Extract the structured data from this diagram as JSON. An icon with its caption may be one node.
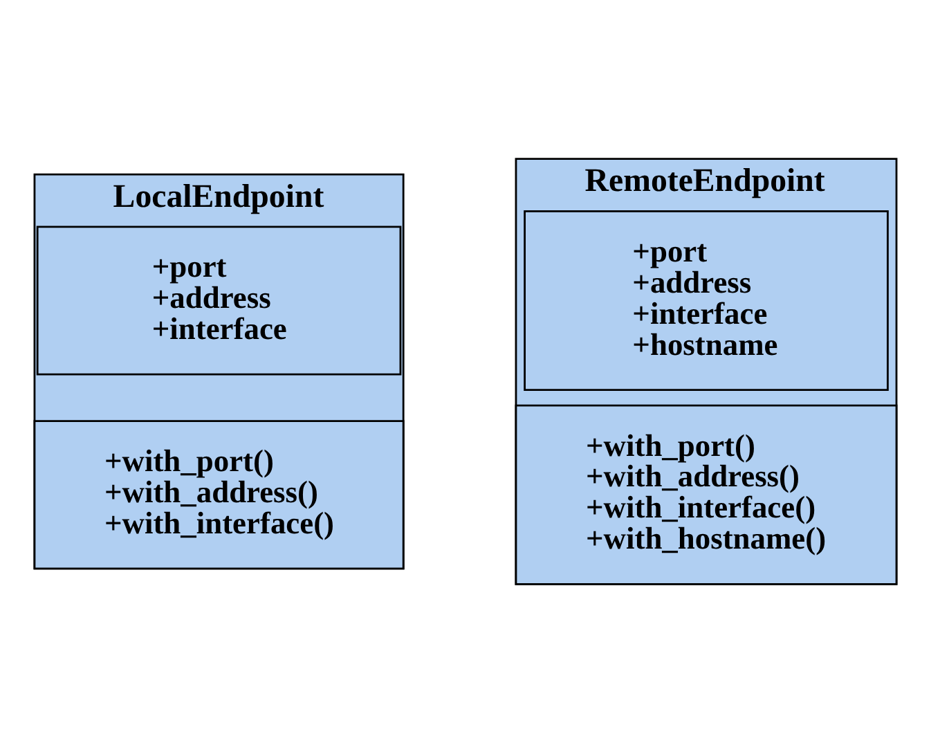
{
  "diagram": {
    "nodes": [
      {
        "text": [
          "LocalEndpoint"
        ]
      },
      {
        "text": [
          "+port",
          "+address",
          "+interface"
        ],
        "in": 0
      },
      {
        "text": [
          "+with_port()",
          "+with_address()",
          "+with_interface()"
        ],
        "in": 0
      },
      {
        "text": [
          "RemoteEndpoint"
        ]
      },
      {
        "text": [
          "+port",
          "+address",
          "+interface",
          "+hostname"
        ],
        "in": 3
      },
      {
        "text": [
          "+with_port()",
          "+with_address()",
          "+with_interface()",
          "+with_hostname()"
        ],
        "in": 3
      }
    ],
    "edges": []
  }
}
